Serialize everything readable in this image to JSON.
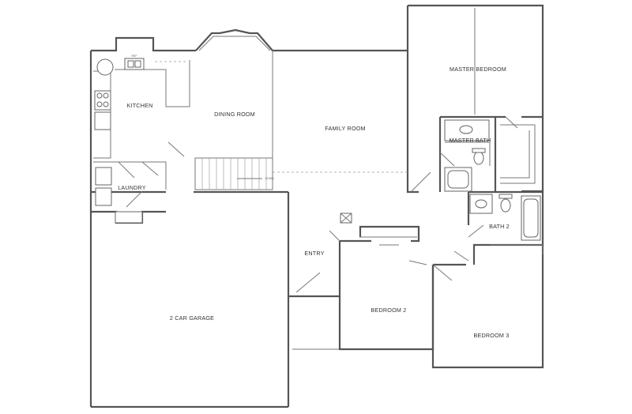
{
  "rooms": {
    "master_bedroom": "MASTER BEDROOM",
    "kitchen": "KITCHEN",
    "dining_room": "DINING ROOM",
    "family_room": "FAMILY ROOM",
    "master_bath": "MASTER BATH",
    "laundry": "LAUNDRY",
    "bath_2": "BATH 2",
    "entry": "ENTRY",
    "bedroom_2": "BEDROOM 2",
    "garage": "2 CAR GARAGE",
    "bedroom_3": "BEDROOM 3"
  },
  "annotations": {
    "stair_down": "DOWN",
    "refrigerator": "REF"
  },
  "colors": {
    "wall": "#555555",
    "background": "#ffffff"
  }
}
